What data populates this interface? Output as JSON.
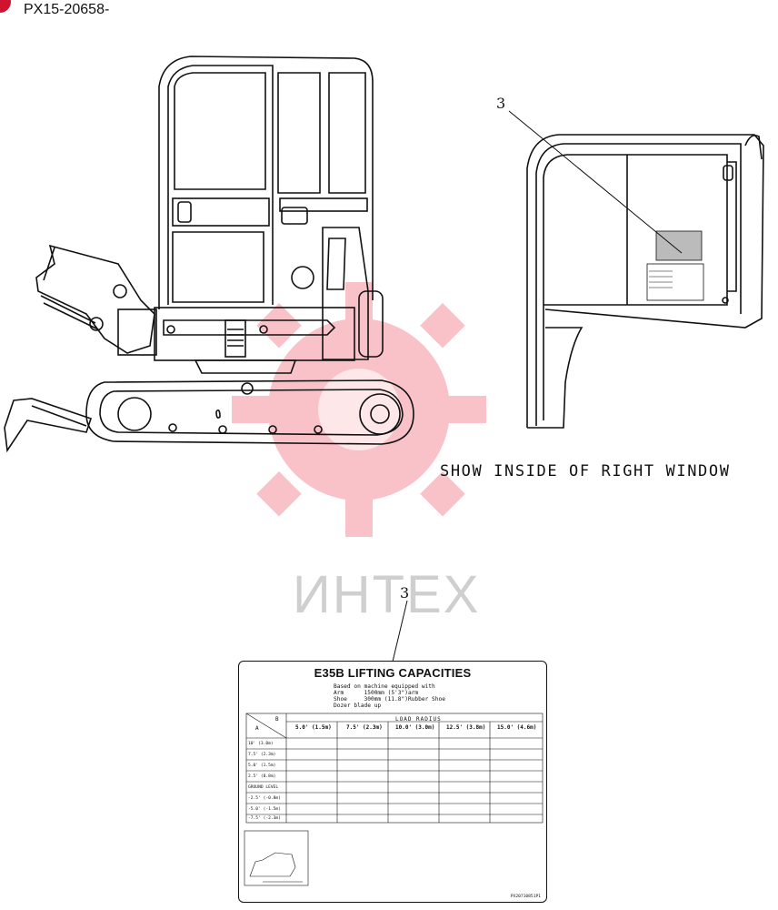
{
  "header": {
    "code": "PX15-20658-",
    "badge_color": "#d0132e"
  },
  "callouts": {
    "top": "3",
    "bottom": "3"
  },
  "caption": "SHOW INSIDE OF RIGHT WINDOW",
  "watermark": "ИНТЕХ",
  "label": {
    "title": "E35B LIFTING CAPACITIES",
    "subtitle_lines": [
      "Based on machine equipped with",
      "Arm      1500mm (5'3\")arm",
      "Shoe     300mm (11.8\")Rubber Shoe",
      "Dozer blade up"
    ],
    "axis_a": "A",
    "axis_b": "B",
    "load_radius": "LOAD RADIUS",
    "columns": [
      "5.0' (1.5m)",
      "7.5' (2.3m)",
      "10.0' (3.0m)",
      "12.5' (3.8m)",
      "15.0' (4.6m)"
    ],
    "rows": [
      "10' (3.0m)",
      "7.5' (2.3m)",
      "5.0' (1.5m)",
      "2.5' (0.8m)",
      "GROUND LEVEL",
      "-2.5' (-0.8m)",
      "-5.0' (-1.5m)",
      "-7.5' (-2.3m)"
    ],
    "part_code": "PX20710851P1"
  }
}
